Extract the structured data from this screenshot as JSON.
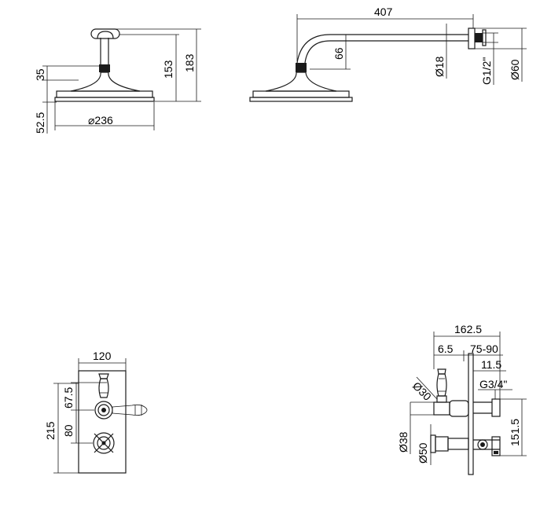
{
  "shower_head_front": {
    "dim_35": "35",
    "dim_52_5": "52.5",
    "dim_diameter": "⌀236",
    "dim_153": "153",
    "dim_183": "183"
  },
  "shower_head_side": {
    "dim_407": "407",
    "dim_66": "66",
    "dim_18": "Ø18",
    "dim_thread": "G1/2\"",
    "dim_60": "Ø60"
  },
  "valve_front": {
    "dim_120": "120",
    "dim_67_5": "67.5",
    "dim_80": "80",
    "dim_215": "215"
  },
  "valve_side": {
    "dim_162_5": "162.5",
    "dim_6_5": "6.5",
    "dim_75_90": "75-90",
    "dim_11_5": "11.5",
    "dim_thread": "G3/4\"",
    "dim_30": "Ø30",
    "dim_38": "Ø38",
    "dim_50": "Ø50",
    "dim_151_5": "151.5"
  }
}
